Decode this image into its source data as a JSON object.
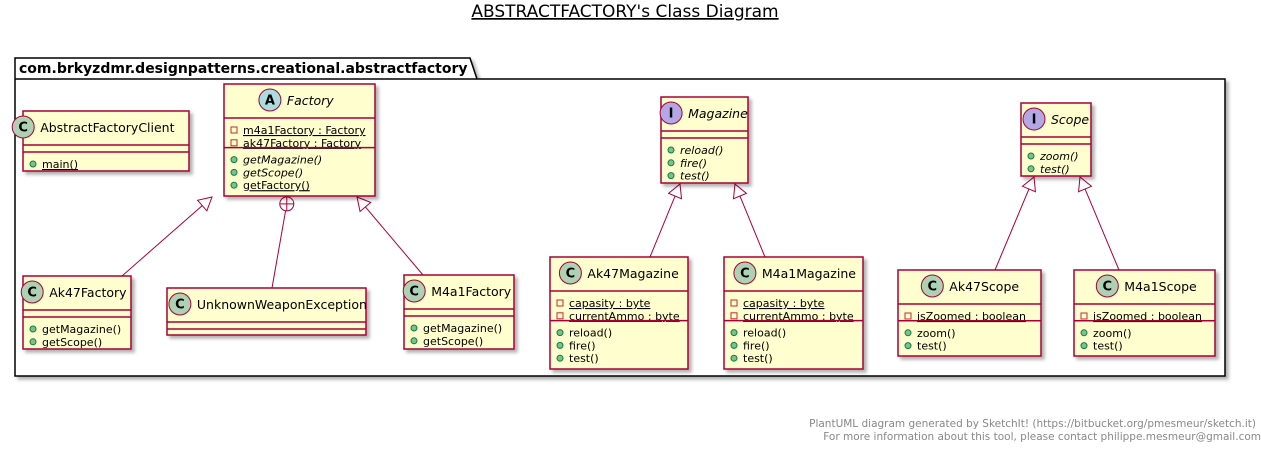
{
  "title": "ABSTRACTFACTORY's Class Diagram",
  "package": "com.brkyzdmr.designpatterns.creational.abstractfactory",
  "colors": {
    "class_fill": "#FEFECE",
    "class_border": "#A80036",
    "class_circle": "#ADD1B2",
    "abstract_circle": "#A9DCDF",
    "interface_circle": "#B4A7E5",
    "private_marker": "#C82930",
    "public_marker": "#84BE84",
    "edge": "#A80036"
  },
  "classes": [
    {
      "id": "abstractfactoryclient",
      "kind": "class",
      "letter": "C",
      "name": "AbstractFactoryClient",
      "fields": [],
      "methods": [
        {
          "vis": "public",
          "text": "main()",
          "static": true,
          "abstract": false
        }
      ]
    },
    {
      "id": "factory",
      "kind": "abstract",
      "letter": "A",
      "name": "Factory",
      "fields": [
        {
          "vis": "private",
          "text": "m4a1Factory : Factory",
          "static": true
        },
        {
          "vis": "private",
          "text": "ak47Factory : Factory",
          "static": true
        }
      ],
      "methods": [
        {
          "vis": "public",
          "text": "getMagazine()",
          "static": false,
          "abstract": true
        },
        {
          "vis": "public",
          "text": "getScope()",
          "static": false,
          "abstract": true
        },
        {
          "vis": "public",
          "text": "getFactory()",
          "static": true,
          "abstract": false
        }
      ]
    },
    {
      "id": "magazine",
      "kind": "interface",
      "letter": "I",
      "name": "Magazine",
      "fields": [],
      "methods": [
        {
          "vis": "public",
          "text": "reload()",
          "static": false,
          "abstract": true
        },
        {
          "vis": "public",
          "text": "fire()",
          "static": false,
          "abstract": true
        },
        {
          "vis": "public",
          "text": "test()",
          "static": false,
          "abstract": true
        }
      ]
    },
    {
      "id": "scope",
      "kind": "interface",
      "letter": "I",
      "name": "Scope",
      "fields": [],
      "methods": [
        {
          "vis": "public",
          "text": "zoom()",
          "static": false,
          "abstract": true
        },
        {
          "vis": "public",
          "text": "test()",
          "static": false,
          "abstract": true
        }
      ]
    },
    {
      "id": "ak47factory",
      "kind": "class",
      "letter": "C",
      "name": "Ak47Factory",
      "fields": [],
      "methods": [
        {
          "vis": "public",
          "text": "getMagazine()",
          "static": false,
          "abstract": false
        },
        {
          "vis": "public",
          "text": "getScope()",
          "static": false,
          "abstract": false
        }
      ]
    },
    {
      "id": "unknownweaponexception",
      "kind": "class",
      "letter": "C",
      "name": "UnknownWeaponException",
      "fields": [],
      "methods": []
    },
    {
      "id": "m4a1factory",
      "kind": "class",
      "letter": "C",
      "name": "M4a1Factory",
      "fields": [],
      "methods": [
        {
          "vis": "public",
          "text": "getMagazine()",
          "static": false,
          "abstract": false
        },
        {
          "vis": "public",
          "text": "getScope()",
          "static": false,
          "abstract": false
        }
      ]
    },
    {
      "id": "ak47magazine",
      "kind": "class",
      "letter": "C",
      "name": "Ak47Magazine",
      "fields": [
        {
          "vis": "private",
          "text": "capasity : byte",
          "static": true
        },
        {
          "vis": "private",
          "text": "currentAmmo : byte",
          "static": true
        }
      ],
      "methods": [
        {
          "vis": "public",
          "text": "reload()",
          "static": false,
          "abstract": false
        },
        {
          "vis": "public",
          "text": "fire()",
          "static": false,
          "abstract": false
        },
        {
          "vis": "public",
          "text": "test()",
          "static": false,
          "abstract": false
        }
      ]
    },
    {
      "id": "m4a1magazine",
      "kind": "class",
      "letter": "C",
      "name": "M4a1Magazine",
      "fields": [
        {
          "vis": "private",
          "text": "capasity : byte",
          "static": true
        },
        {
          "vis": "private",
          "text": "currentAmmo : byte",
          "static": true
        }
      ],
      "methods": [
        {
          "vis": "public",
          "text": "reload()",
          "static": false,
          "abstract": false
        },
        {
          "vis": "public",
          "text": "fire()",
          "static": false,
          "abstract": false
        },
        {
          "vis": "public",
          "text": "test()",
          "static": false,
          "abstract": false
        }
      ]
    },
    {
      "id": "ak47scope",
      "kind": "class",
      "letter": "C",
      "name": "Ak47Scope",
      "fields": [
        {
          "vis": "private",
          "text": "isZoomed : boolean",
          "static": true
        }
      ],
      "methods": [
        {
          "vis": "public",
          "text": "zoom()",
          "static": false,
          "abstract": false
        },
        {
          "vis": "public",
          "text": "test()",
          "static": false,
          "abstract": false
        }
      ]
    },
    {
      "id": "m4a1scope",
      "kind": "class",
      "letter": "C",
      "name": "M4a1Scope",
      "fields": [
        {
          "vis": "private",
          "text": "isZoomed : boolean",
          "static": true
        }
      ],
      "methods": [
        {
          "vis": "public",
          "text": "zoom()",
          "static": false,
          "abstract": false
        },
        {
          "vis": "public",
          "text": "test()",
          "static": false,
          "abstract": false
        }
      ]
    }
  ],
  "relations": [
    {
      "from": "ak47factory",
      "to": "factory",
      "type": "inheritance"
    },
    {
      "from": "m4a1factory",
      "to": "factory",
      "type": "inheritance"
    },
    {
      "from": "unknownweaponexception",
      "to": "factory",
      "type": "nested"
    },
    {
      "from": "ak47magazine",
      "to": "magazine",
      "type": "inheritance"
    },
    {
      "from": "m4a1magazine",
      "to": "magazine",
      "type": "inheritance"
    },
    {
      "from": "ak47scope",
      "to": "scope",
      "type": "inheritance"
    },
    {
      "from": "m4a1scope",
      "to": "scope",
      "type": "inheritance"
    }
  ],
  "footer": {
    "line1": "PlantUML diagram generated by SketchIt! (https://bitbucket.org/pmesmeur/sketch.it)",
    "line2": "For more information about this tool, please contact philippe.mesmeur@gmail.com"
  }
}
